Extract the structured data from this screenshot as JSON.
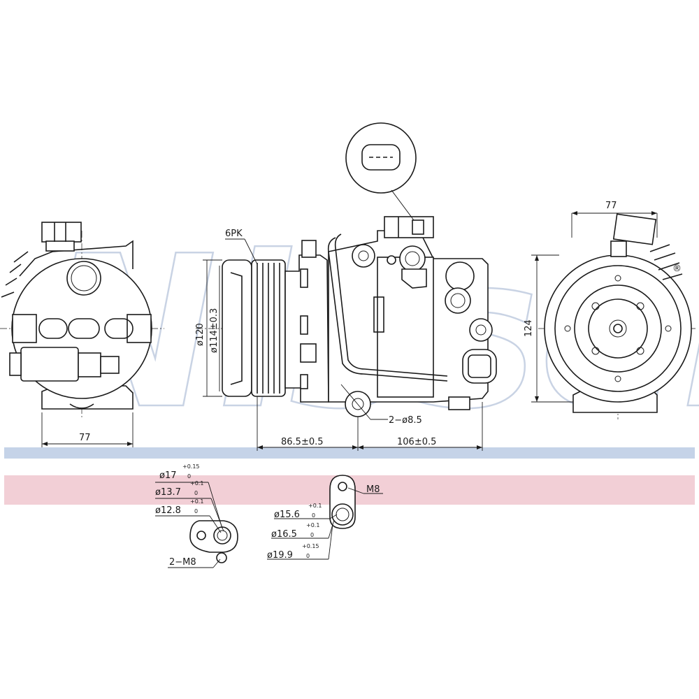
{
  "watermark": {
    "text": "Nissens",
    "mark": "®",
    "band_blue": "#c5d3e8",
    "band_pink": "#f2cfd6"
  },
  "left_view": {
    "width_dim": "77"
  },
  "side_view": {
    "belt_label": "6PK",
    "pulley_dia": "ø120",
    "pulley_inner_dia": "ø114±0.3",
    "mount_holes": "2−ø8.5",
    "dim_left": "86.5±0.5",
    "dim_right": "106±0.5"
  },
  "right_view": {
    "width_dim": "77",
    "height_dim": "124"
  },
  "port_left": {
    "d1": "ø17",
    "d1_tol_top": "+0.15",
    "d1_tol_bot": "0",
    "d2": "ø13.7",
    "d2_tol_top": "+0.1",
    "d2_tol_bot": "0",
    "d3": "ø12.8",
    "d3_tol_top": "+0.1",
    "d3_tol_bot": "0",
    "thread": "2−M8"
  },
  "port_right": {
    "thread": "M8",
    "d1": "ø15.6",
    "d1_tol_top": "+0.1",
    "d1_tol_bot": "0",
    "d2": "ø16.5",
    "d2_tol_top": "+0.1",
    "d2_tol_bot": "0",
    "d3": "ø19.9",
    "d3_tol_top": "+0.15",
    "d3_tol_bot": "0"
  }
}
